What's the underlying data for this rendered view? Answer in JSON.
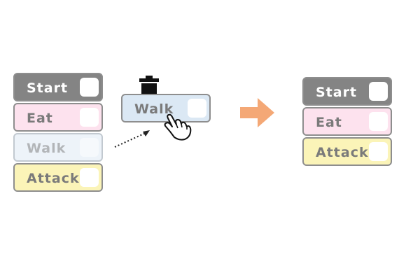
{
  "left_stack": {
    "blocks": [
      {
        "label": "Start"
      },
      {
        "label": "Eat"
      },
      {
        "label": "Walk"
      },
      {
        "label": "Attack"
      }
    ]
  },
  "dragged_block": {
    "label": "Walk"
  },
  "right_stack": {
    "blocks": [
      {
        "label": "Start"
      },
      {
        "label": "Eat"
      },
      {
        "label": "Attack"
      }
    ]
  },
  "colors": {
    "start": "#848484",
    "eat": "#fde2ee",
    "walk": "#dbe8f4",
    "attack": "#fbf4b8",
    "arrow": "#f4a876",
    "trash": "#111111"
  },
  "icons": [
    "trash-icon",
    "hand-pointer-icon",
    "right-arrow-icon",
    "dotted-arrow-icon"
  ]
}
